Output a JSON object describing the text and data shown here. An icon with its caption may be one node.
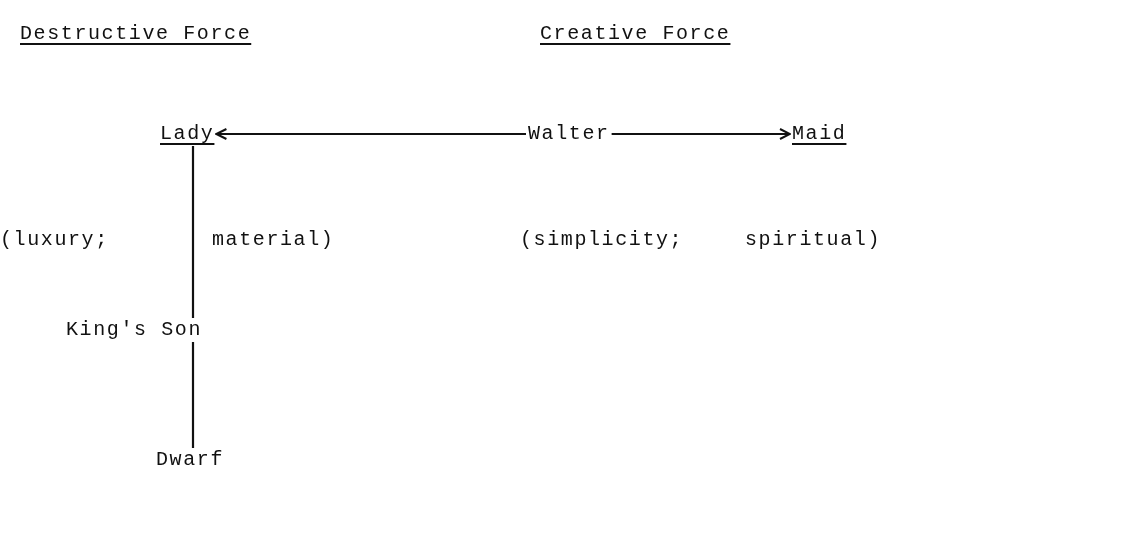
{
  "diagram": {
    "nodes": [
      {
        "text": [
          "Lady"
        ]
      },
      {
        "text": [
          "Walter"
        ]
      },
      {
        "text": [
          "Maid"
        ]
      },
      {
        "text": [
          "King's Son"
        ]
      },
      {
        "text": [
          "Dwarf"
        ]
      }
    ],
    "edges": [
      {
        "from": 1,
        "to": 0,
        "arrow": "to"
      },
      {
        "from": 1,
        "to": 2,
        "arrow": "to"
      },
      {
        "from": 0,
        "to": 3,
        "arrow": "none"
      },
      {
        "from": 3,
        "to": 4,
        "arrow": "none"
      }
    ],
    "labels": [
      "Destructive Force",
      "Creative Force",
      "(luxury;",
      "material)",
      "(simplicity;",
      "spiritual)"
    ]
  }
}
